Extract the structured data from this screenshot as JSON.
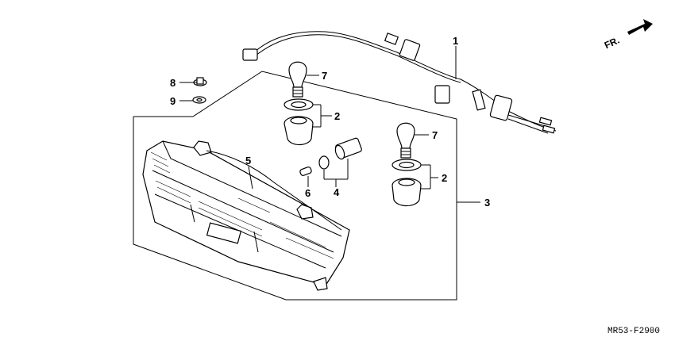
{
  "diagram": {
    "code": "MR53-F2900",
    "direction_label": "FR.",
    "callouts": {
      "c1": "1",
      "c2a": "2",
      "c2b": "2",
      "c3": "3",
      "c4": "4",
      "c5": "5",
      "c6": "6",
      "c7a": "7",
      "c7b": "7",
      "c8": "8",
      "c9": "9"
    }
  }
}
